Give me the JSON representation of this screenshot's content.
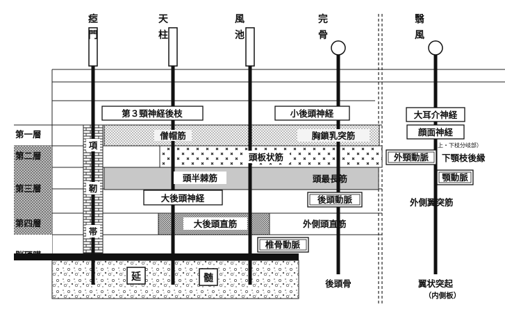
{
  "points": [
    {
      "chars": [
        "瘂",
        "門"
      ]
    },
    {
      "chars": [
        "天",
        "柱"
      ]
    },
    {
      "chars": [
        "風",
        "池"
      ]
    },
    {
      "chars": [
        "完",
        "骨"
      ]
    },
    {
      "chars": [
        "翳",
        "風"
      ]
    }
  ],
  "layers": [
    "第一層",
    "第二層",
    "第三層",
    "第四層",
    "脳硬膜"
  ],
  "nuchal_ligament": [
    "項",
    "靭",
    "帯"
  ],
  "spinal_cord": [
    "延",
    "髄"
  ],
  "muscles": {
    "trapezius": "僧帽筋",
    "splenius_capitis": "頭板状筋",
    "semispinalis_capitis": "頭半棘筋",
    "rectus_capitis_posterior_major": "大後頭直筋",
    "sternocleidomastoid": "胸鎖乳突筋",
    "longissimus_capitis": "頭最長筋",
    "obliquus_capitis_superior": "外側頭直筋",
    "lateral_pterygoid": "外側翼突筋",
    "posterior_digastric": "下顎枝後縁"
  },
  "nerves": {
    "third_occipital": "第３頸神経後枝",
    "lesser_occipital": "小後頭神経",
    "greater_occipital": "大後頭神経",
    "great_auricular": "大耳介神経",
    "facial": "顔面神経",
    "facial_sub": "（上・下枝分岐部）"
  },
  "arteries": {
    "occipital": "後頭動脈",
    "vertebral": "椎骨動脈",
    "external_carotid": "外頸動脈",
    "maxillary": "顎動脈"
  },
  "bones": {
    "occipital_bone": "後頭骨",
    "pterygoid_process": "翼状突起",
    "pterygoid_sub": "（内側板）"
  }
}
